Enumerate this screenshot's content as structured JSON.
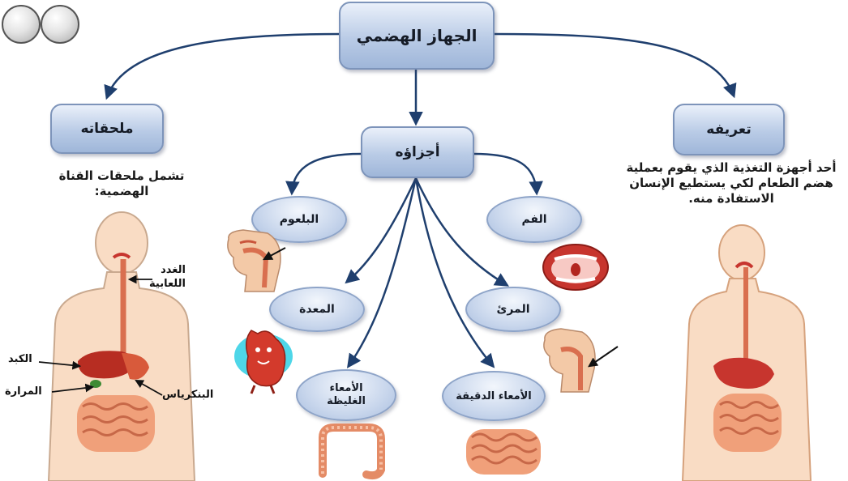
{
  "colors": {
    "node_fill": "#b9cbe6",
    "node_border": "#7d94ba",
    "connector": "#1f3f6e",
    "skin": "#f9dcc4",
    "organ_red": "#c7352e",
    "intestine": "#f0a07a"
  },
  "root": {
    "label": "الجهاز الهضمي"
  },
  "definition": {
    "label": "تعريفه",
    "text_lines": [
      "أحد أجهزة التغذية الذي يقوم بعملية",
      "هضم الطعام لكي يستطيع الإنسان",
      "الاستفادة منه."
    ]
  },
  "parts": {
    "label": "أجزاؤه",
    "items": {
      "mouth": "الفم",
      "pharynx": "البلعوم",
      "esophagus": "المرئ",
      "stomach": "المعدة",
      "small_intestine": "الأمعاء الدقيقة",
      "large_intestine_line1": "الأمعاء",
      "large_intestine_line2": "الغليظة"
    }
  },
  "accessories": {
    "label": "ملحقاته",
    "text_lines": [
      "تشمل ملحقات القناة",
      "الهضمية:"
    ],
    "organ_labels": {
      "salivary_line1": "الغدد",
      "salivary_line2": "اللعابية",
      "liver": "الكبد",
      "gallbladder": "المرارة",
      "pancreas": "البنكرياس"
    }
  },
  "icons": [
    "circle-button-icon",
    "circle-button-icon"
  ]
}
